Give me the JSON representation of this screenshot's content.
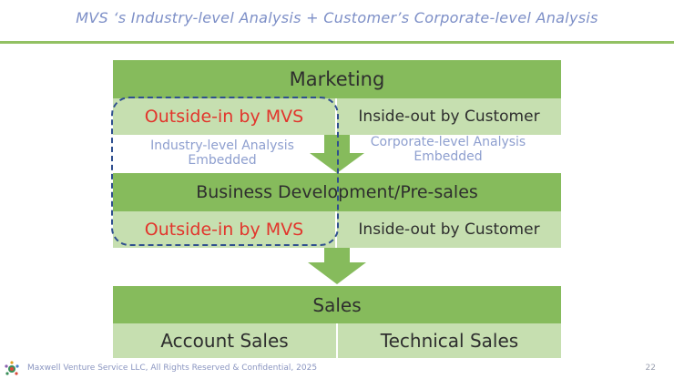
{
  "slide": {
    "title": "MVS ‘s Industry-level Analysis + Customer’s Corporate-level Analysis",
    "page_number": "22"
  },
  "marketing": {
    "header": "Marketing",
    "left": "Outside-in by MVS",
    "right": "Inside-out by Customer"
  },
  "embedded": {
    "left_line1": "Industry-level Analysis",
    "left_line2": "Embedded",
    "right_line1": "Corporate-level Analysis",
    "right_line2": "Embedded"
  },
  "business_development": {
    "header": "Business Development/Pre-sales",
    "left": "Outside-in by MVS",
    "right": "Inside-out by Customer"
  },
  "sales": {
    "header": "Sales",
    "left": "Account Sales",
    "right": "Technical Sales"
  },
  "footer": {
    "text": "Maxwell Venture Service LLC, All Rights Reserved & Confidential, 2025",
    "logo_icon": "company-logo-icon"
  },
  "colors": {
    "band_dark": "#86bb5c",
    "band_light": "#c6dfb0",
    "highlight_text": "#e2352c",
    "title": "#7d8fc7",
    "dashed_border": "#2f4f8f"
  }
}
